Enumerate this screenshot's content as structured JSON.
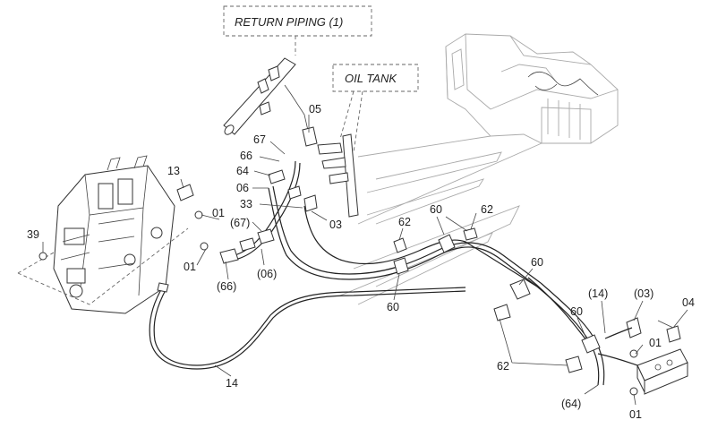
{
  "callouts": {
    "return_piping": "RETURN PIPING (1)",
    "oil_tank": "OIL TANK"
  },
  "labels": {
    "l05": "05",
    "l67": "67",
    "l66": "66",
    "l64": "64",
    "l06": "06",
    "l33": "33",
    "l03": "03",
    "l13": "13",
    "l01a": "01",
    "l67p": "(67)",
    "l39": "39",
    "l01b": "01",
    "l66p": "(66)",
    "l06p": "(06)",
    "l62a": "62",
    "l60a": "60",
    "l62b": "62",
    "l60b": "60",
    "l60c": "60",
    "l60d": "60",
    "l14p": "(14)",
    "l03p": "(03)",
    "l04": "04",
    "l01c": "01",
    "l62c": "62",
    "l64p": "(64)",
    "l01d": "01",
    "l14": "14"
  }
}
